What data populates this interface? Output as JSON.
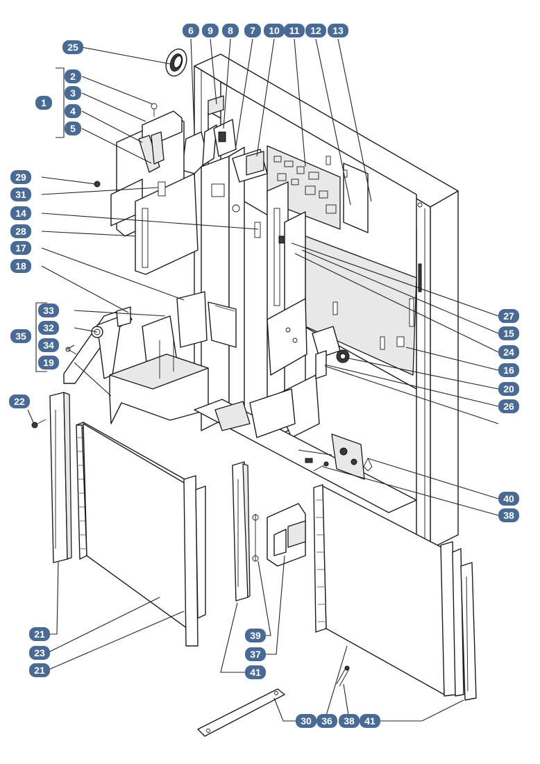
{
  "callouts": [
    {
      "id": "c6",
      "label": "6"
    },
    {
      "id": "c9",
      "label": "9"
    },
    {
      "id": "c8",
      "label": "8"
    },
    {
      "id": "c7",
      "label": "7"
    },
    {
      "id": "c10",
      "label": "10"
    },
    {
      "id": "c11",
      "label": "11"
    },
    {
      "id": "c12",
      "label": "12"
    },
    {
      "id": "c13",
      "label": "13"
    },
    {
      "id": "c25",
      "label": "25"
    },
    {
      "id": "c2",
      "label": "2"
    },
    {
      "id": "c3",
      "label": "3"
    },
    {
      "id": "c1",
      "label": "1"
    },
    {
      "id": "c4",
      "label": "4"
    },
    {
      "id": "c5",
      "label": "5"
    },
    {
      "id": "c29",
      "label": "29"
    },
    {
      "id": "c31",
      "label": "31"
    },
    {
      "id": "c14",
      "label": "14"
    },
    {
      "id": "c28",
      "label": "28"
    },
    {
      "id": "c17",
      "label": "17"
    },
    {
      "id": "c18",
      "label": "18"
    },
    {
      "id": "c33",
      "label": "33"
    },
    {
      "id": "c32",
      "label": "32"
    },
    {
      "id": "c35",
      "label": "35"
    },
    {
      "id": "c34",
      "label": "34"
    },
    {
      "id": "c19",
      "label": "19"
    },
    {
      "id": "c22",
      "label": "22"
    },
    {
      "id": "c27",
      "label": "27"
    },
    {
      "id": "c15",
      "label": "15"
    },
    {
      "id": "c24",
      "label": "24"
    },
    {
      "id": "c16",
      "label": "16"
    },
    {
      "id": "c20",
      "label": "20"
    },
    {
      "id": "c26",
      "label": "26"
    },
    {
      "id": "c40",
      "label": "40"
    },
    {
      "id": "c38a",
      "label": "38"
    },
    {
      "id": "c21a",
      "label": "21"
    },
    {
      "id": "c23",
      "label": "23"
    },
    {
      "id": "c21b",
      "label": "21"
    },
    {
      "id": "c39",
      "label": "39"
    },
    {
      "id": "c37",
      "label": "37"
    },
    {
      "id": "c41a",
      "label": "41"
    },
    {
      "id": "c30",
      "label": "30"
    },
    {
      "id": "c36",
      "label": "36"
    },
    {
      "id": "c38b",
      "label": "38"
    },
    {
      "id": "c41b",
      "label": "41"
    }
  ],
  "colors": {
    "badge": "#4a6a96",
    "badge_text": "#ffffff",
    "line": "#1a1a1a"
  }
}
